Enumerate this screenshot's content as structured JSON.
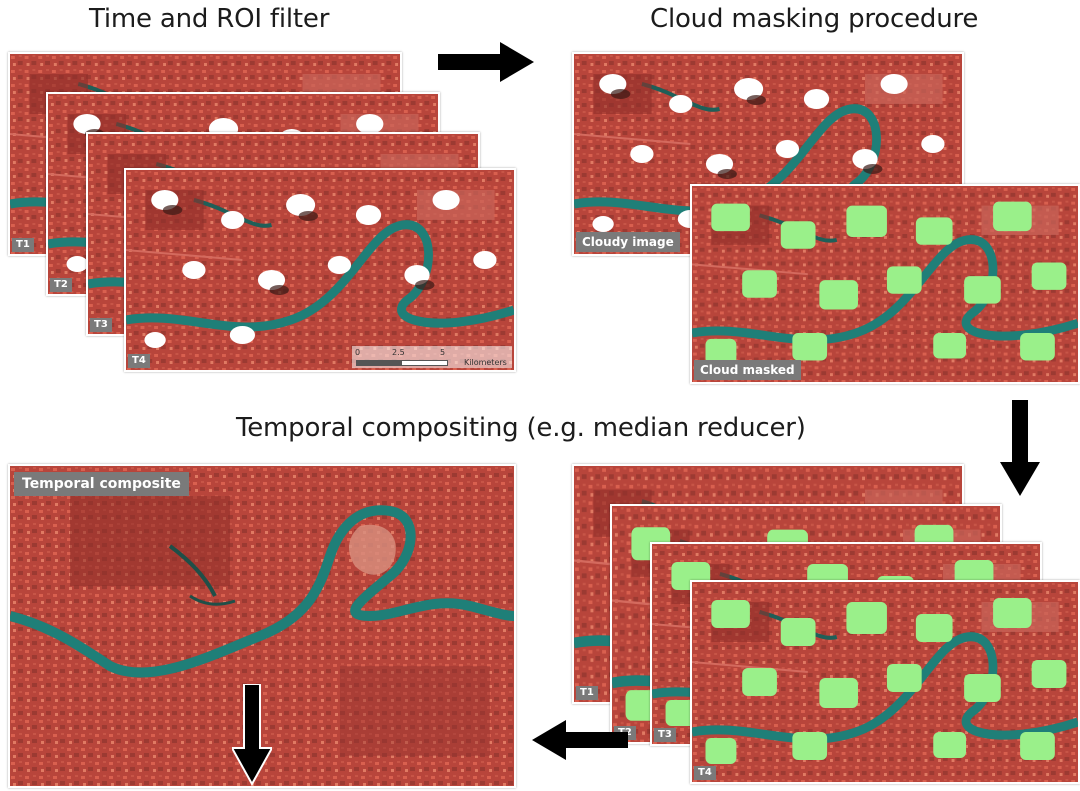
{
  "headings": {
    "filter": "Time and ROI filter",
    "masking": "Cloud masking procedure",
    "compositing": "Temporal compositing (e.g. median reducer)"
  },
  "stack_labels": [
    "T1",
    "T2",
    "T3",
    "T4"
  ],
  "panel_labels": {
    "cloudy": "Cloudy image",
    "masked": "Cloud masked",
    "composite": "Temporal composite"
  },
  "scale_bar": {
    "ticks": [
      "0",
      "2.5",
      "5"
    ],
    "unit": "Kilometers"
  },
  "colors": {
    "land": "#b8453b",
    "river": "#1f7f78",
    "cloud": "#ffffff",
    "mask": "#9af08a",
    "arrow": "#000000"
  }
}
